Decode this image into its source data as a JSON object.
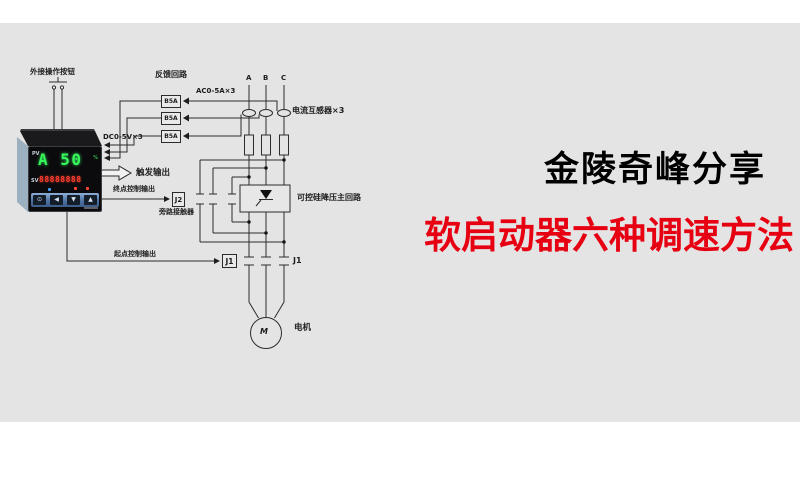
{
  "headline": {
    "share_line": "金陵奇峰分享",
    "title_line": "软启动器六种调速方法"
  },
  "colors": {
    "background_gray": "#e4e4e4",
    "accent_red": "#e60012",
    "display_green": "#36f75a",
    "display_red": "#ff3b2f",
    "button_bar_blue": "#4a6fa0"
  },
  "diagram": {
    "labels": {
      "external_button": "外接操作按钮",
      "feedback_loop": "反馈回路",
      "ac_signal": "AC0-5A×3",
      "current_transformer": "电流互感器×3",
      "dc_signal": "DC0-5V×3",
      "trigger_output": "触发输出",
      "end_control_output": "终点控制输出",
      "bypass_contactor": "旁路接触器",
      "start_control_output": "起点控制输出",
      "thyristor_main_circuit": "可控硅降压主回路",
      "motor": "电机",
      "motor_symbol": "M",
      "phase_a": "A",
      "phase_b": "B",
      "phase_c": "C",
      "relay_j2": "J2",
      "relay_j1": "J1",
      "contact_j1": "J1",
      "transducer": "B5A"
    },
    "controller": {
      "pv_label": "PV",
      "pv_value": "A 50",
      "pv_unit": "%",
      "sv_label": "SV",
      "sv_value": "88888888",
      "buttons": [
        "⊙",
        "◀",
        "▼",
        "▲"
      ]
    }
  }
}
